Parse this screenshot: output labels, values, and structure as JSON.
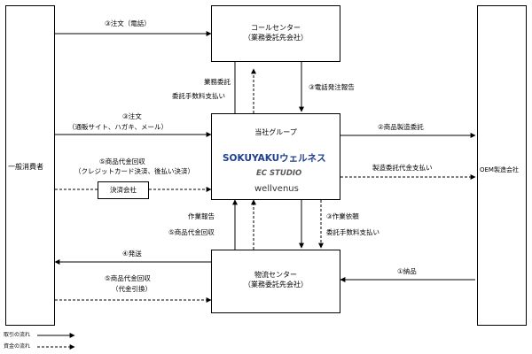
{
  "entities": {
    "consumer": "一般消費者",
    "call_center": [
      "コールセンター",
      "（業務委託先会社）"
    ],
    "company": "当社グループ",
    "oem": "OEM製造会社",
    "logistics": [
      "物流センター",
      "（業務委託先会社）"
    ],
    "payment": "決済会社"
  },
  "logos": {
    "sokuyaku": "SOKUYAKUウェルネス",
    "ec_studio": "EC STUDIO",
    "wellvenus": "wellvenus"
  },
  "labels": {
    "order_phone": "③注文（電話）",
    "business_consign": "業務委託",
    "consign_fee": "委託手数料支払い",
    "phone_order_report": "③電話発注報告",
    "order_web_1": "③注文",
    "order_web_2": "（通販サイト、ハガキ、メール）",
    "product_manu": "②商品製造委託",
    "payment_1": "⑤商品代金回収",
    "payment_2": "（クレジットカード決済、後払い決済）",
    "manu_fee": "製造委託代金支払い",
    "work_report": "作業報告",
    "collect_payment": "⑤商品代金回収",
    "work_request": "③作業依頼",
    "consign_fee2": "委託手数料支払い",
    "shipment": "④発送",
    "payment_cod_1": "⑤商品代金回収",
    "payment_cod_2": "（代金引換）",
    "delivery": "①納品"
  },
  "legend": {
    "commerce": "取引の流れ",
    "funds": "資金の流れ"
  }
}
